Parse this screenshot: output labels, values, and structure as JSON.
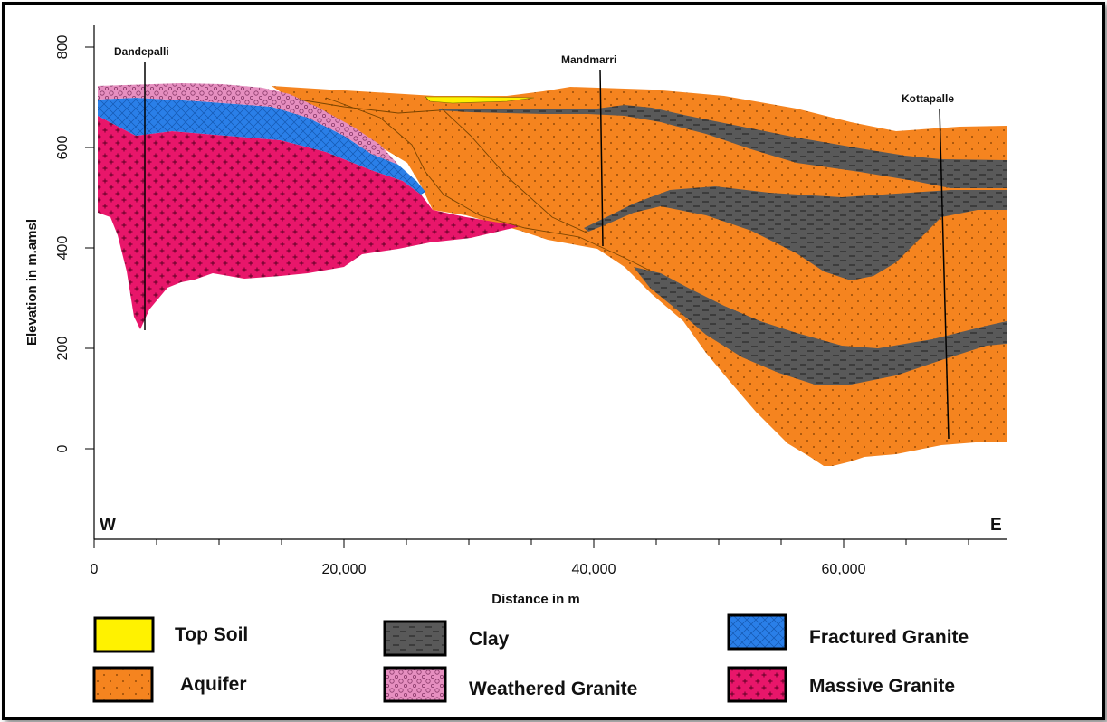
{
  "figure": {
    "y_axis_title": "Elevation in m.amsl",
    "x_axis_title": "Distance in m",
    "y_ticks": [
      "800",
      "600",
      "400",
      "200",
      "0"
    ],
    "x_ticks": [
      "0",
      "20,000",
      "40,000",
      "60,000"
    ],
    "west_label": "W",
    "east_label": "E",
    "wells": [
      {
        "name": "Dandepalli"
      },
      {
        "name": "Mandmarri"
      },
      {
        "name": "Kottapalle"
      }
    ]
  },
  "legend": [
    {
      "label": "Top Soil",
      "color": "#fff200"
    },
    {
      "label": "Clay",
      "color": "#595959"
    },
    {
      "label": "Fractured Granite",
      "color": "#2a7fe8"
    },
    {
      "label": "Aquifer",
      "color": "#f5841f"
    },
    {
      "label": "Weathered Granite",
      "color": "#e68fc0"
    },
    {
      "label": "Massive Granite",
      "color": "#e8166a"
    }
  ],
  "colors": {
    "top_soil": "#fff200",
    "aquifer": "#f5841f",
    "clay": "#595959",
    "weathered_granite": "#e68fc0",
    "fractured_granite": "#2a7fe8",
    "massive_granite": "#e8166a"
  }
}
